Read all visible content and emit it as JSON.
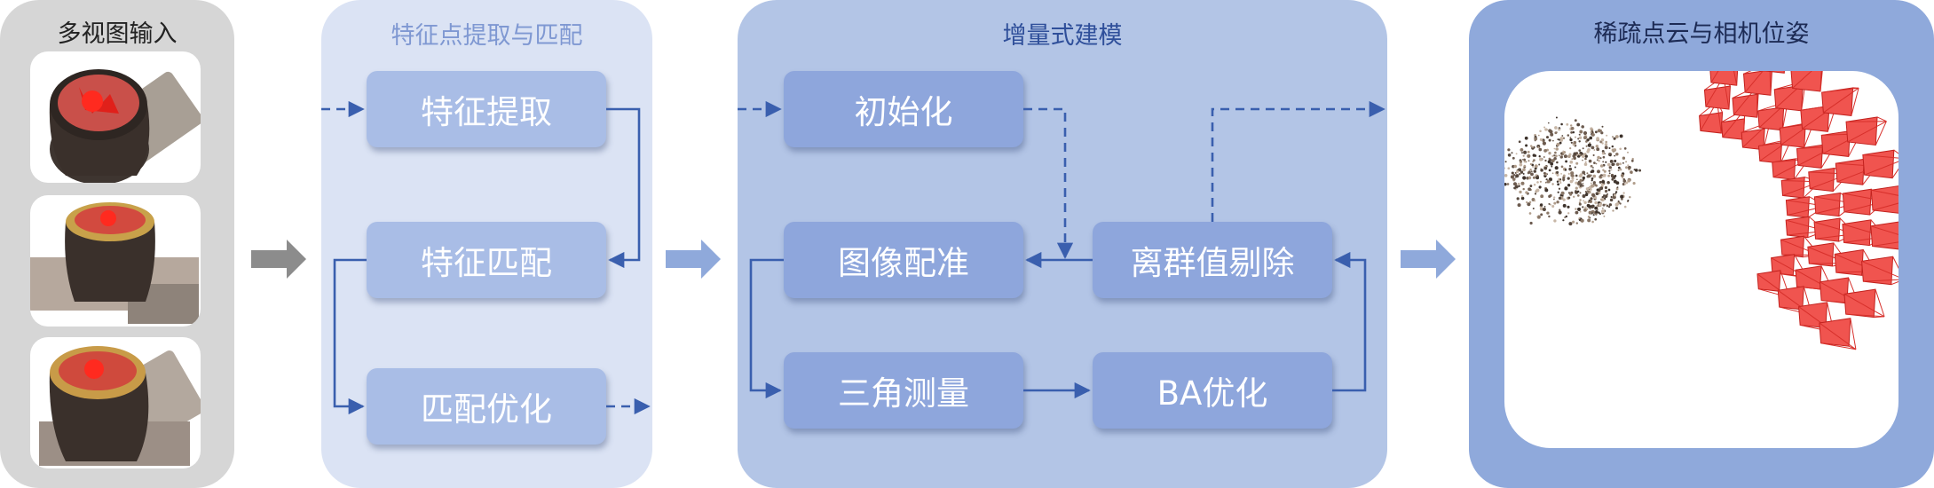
{
  "colors": {
    "input_panel": "#d6d6d6",
    "stage1_panel": "#dbe3f4",
    "stage2_panel": "#b3c5e6",
    "stage3_panel": "#8fa9db",
    "box_light": "#a9bde6",
    "box_mid": "#8ea6dc",
    "arrow_blue": "#3a5fae",
    "arrow_gray": "#8c8c8c",
    "arrow_fill_blue": "#8fa9db",
    "camera_red": "#f0544f"
  },
  "input_panel": {
    "title": "多视图输入"
  },
  "feature_stage": {
    "title": "特征点提取与匹配",
    "boxes": [
      "特征提取",
      "特征匹配",
      "匹配优化"
    ]
  },
  "sfm_stage": {
    "title": "增量式建模",
    "boxes": {
      "init": "初始化",
      "registration": "图像配准",
      "outlier": "离群值剔除",
      "triangulation": "三角测量",
      "ba": "BA优化"
    }
  },
  "output_panel": {
    "title": "稀疏点云与相机位姿"
  }
}
